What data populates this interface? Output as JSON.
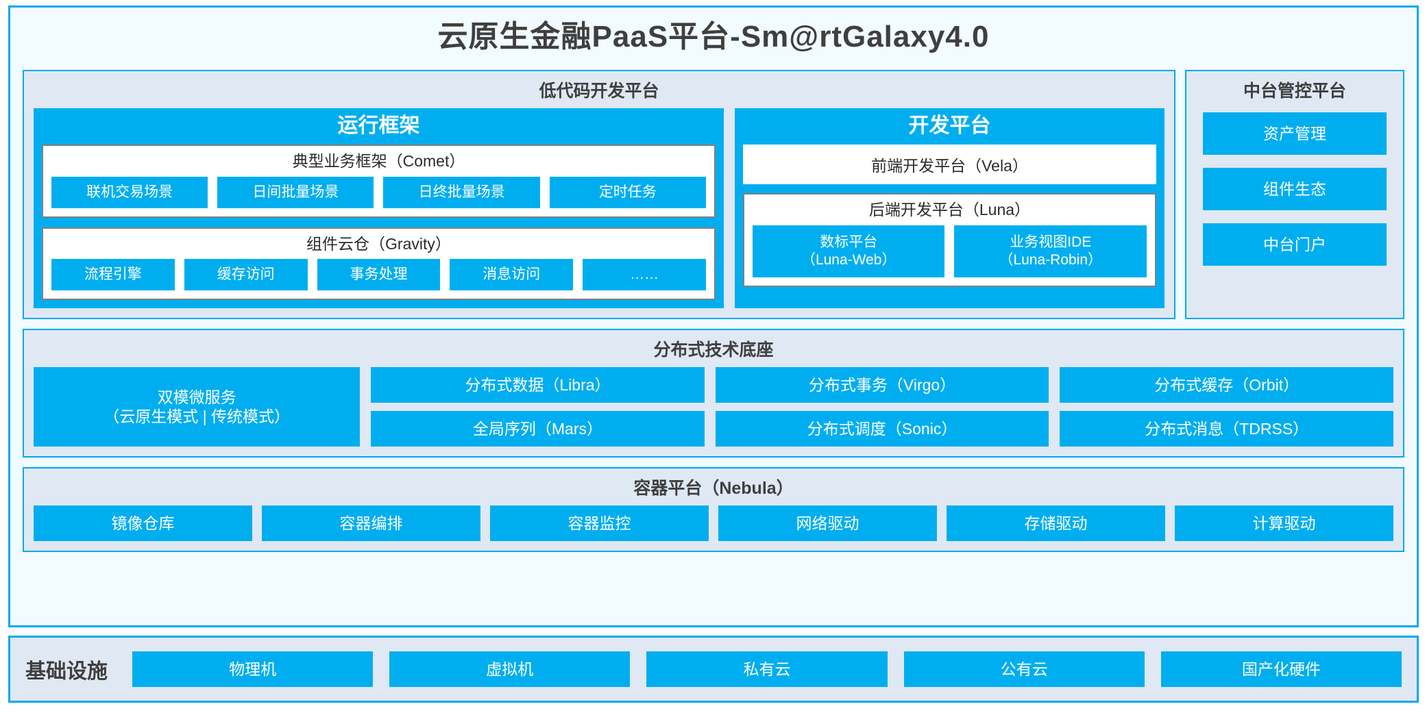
{
  "title": "云原生金融PaaS平台-Sm@rtGalaxy4.0",
  "colors": {
    "tile_blue": "#00aeef",
    "panel_bg": "#dfe8f3",
    "frame_border": "#00a9ec",
    "page_bg": "#f2fbff",
    "white_box_border": "#808080",
    "text_dark": "#3f3f3f"
  },
  "lowcode": {
    "title": "低代码开发平台",
    "runtime": {
      "title": "运行框架",
      "comet": {
        "title": "典型业务框架（Comet）",
        "tiles": [
          "联机交易场景",
          "日间批量场景",
          "日终批量场景",
          "定时任务"
        ]
      },
      "gravity": {
        "title": "组件云仓（Gravity）",
        "tiles": [
          "流程引擎",
          "缓存访问",
          "事务处理",
          "消息访问",
          "……"
        ]
      }
    },
    "devplatform": {
      "title": "开发平台",
      "vela": "前端开发平台（Vela）",
      "luna": {
        "title": "后端开发平台（Luna）",
        "tiles": [
          {
            "line1": "数标平台",
            "line2": "（Luna-Web）"
          },
          {
            "line1": "业务视图IDE",
            "line2": "（Luna-Robin）"
          }
        ]
      }
    }
  },
  "midplatform": {
    "title": "中台管控平台",
    "tiles": [
      "资产管理",
      "组件生态",
      "中台门户"
    ]
  },
  "distbase": {
    "title": "分布式技术底座",
    "dualmode": {
      "line1": "双模微服务",
      "line2": "（云原生模式 | 传统模式）"
    },
    "columns": [
      [
        "分布式数据（Libra）",
        "全局序列（Mars）"
      ],
      [
        "分布式事务（Virgo）",
        "分布式调度（Sonic）"
      ],
      [
        "分布式缓存（Orbit）",
        "分布式消息（TDRSS）"
      ]
    ]
  },
  "container": {
    "title": "容器平台（Nebula）",
    "tiles": [
      "镜像仓库",
      "容器编排",
      "容器监控",
      "网络驱动",
      "存储驱动",
      "计算驱动"
    ]
  },
  "infrastructure": {
    "label": "基础设施",
    "tiles": [
      "物理机",
      "虚拟机",
      "私有云",
      "公有云",
      "国产化硬件"
    ]
  }
}
